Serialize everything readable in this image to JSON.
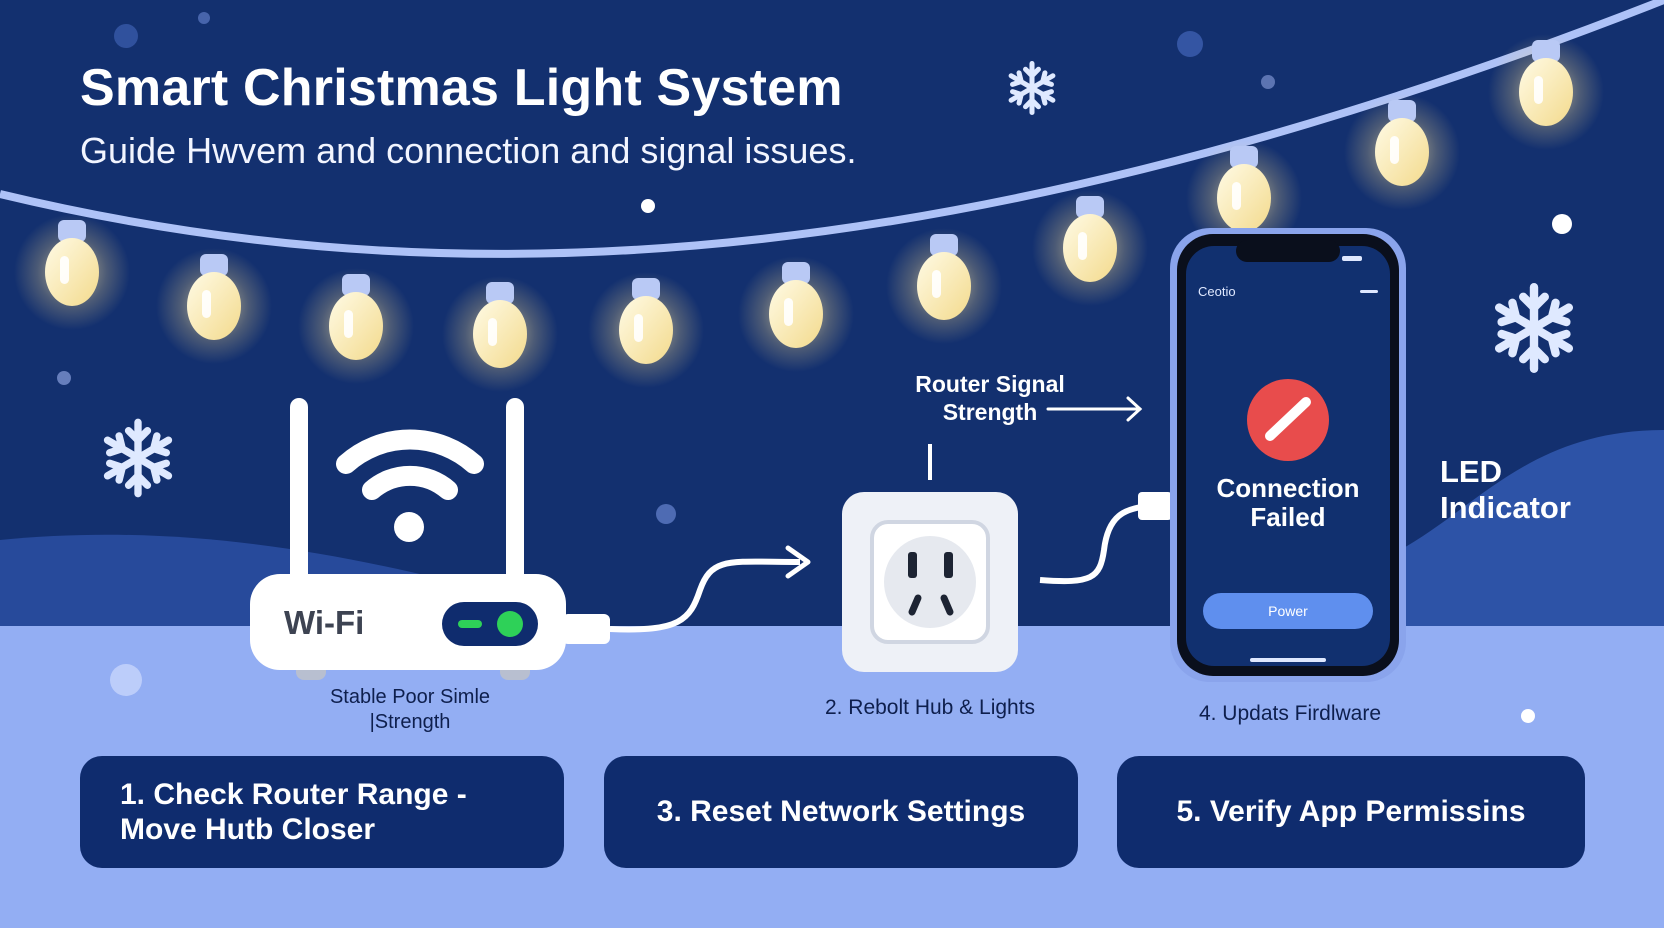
{
  "header": {
    "title": "Smart Christmas Light System",
    "subtitle": "Guide Hwvem and connection and signal issues."
  },
  "labels": {
    "router_signal": "Router Signal Strength",
    "led_indicator": "LED Indicator",
    "stable_strength": "Stable Poor Simle |Strength",
    "reboot": "2. Rebolt Hub & Lights",
    "update_firmware": "4. Updats Firdlware"
  },
  "router": {
    "brand_text": "Wi-Fi"
  },
  "phone": {
    "app_name": "Ceotio",
    "status": "Connection Failed",
    "power_button": "Power"
  },
  "steps": [
    {
      "label": "1. Check Router Range - Move Hutb Closer"
    },
    {
      "label": "3. Reset Network Settings"
    },
    {
      "label": "5. Verify App Permissins"
    }
  ],
  "colors": {
    "night_sky": "#13306f",
    "ground": "#93aef3",
    "card": "#0f2c6e",
    "bulb_glow": "#fff3c4",
    "error": "#e84c4c",
    "led_green": "#2ed158"
  }
}
